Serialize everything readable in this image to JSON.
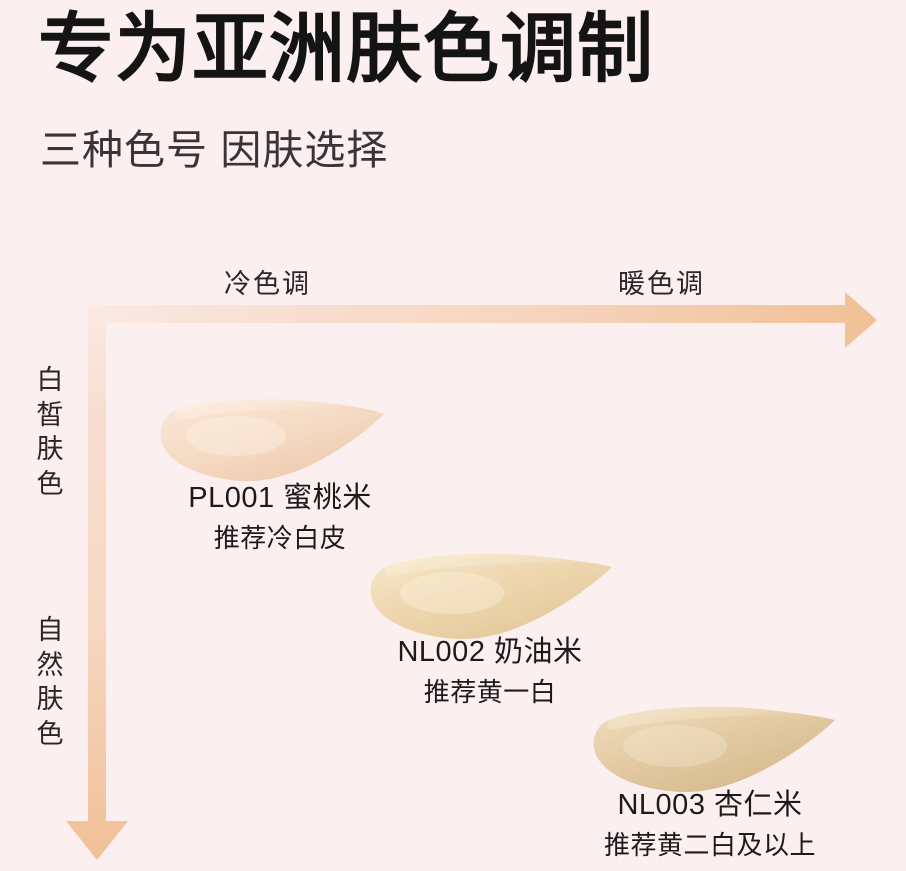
{
  "header": {
    "title": "专为亚洲肤色调制",
    "subtitle": "三种色号 因肤选择"
  },
  "chart_data": {
    "type": "scatter",
    "title": "专为亚洲肤色调制",
    "subtitle": "三种色号 因肤选择",
    "xlabel_left": "冷色调",
    "xlabel_right": "暖色调",
    "ylabel_top": "白皙肤色",
    "ylabel_bottom": "自然肤色",
    "x_axis_direction": "cool-to-warm",
    "y_axis_direction": "fair-to-natural",
    "grid": false,
    "legend": "none",
    "points": [
      {
        "name": "PL001 蜜桃米",
        "code": "PL001",
        "shade_name": "蜜桃米",
        "recommendation": "推荐冷白皮",
        "x": 0.18,
        "y": 0.2,
        "color": "#f6dcc6",
        "color_light": "#fbeadb",
        "color_dark": "#eccaae"
      },
      {
        "name": "NL002 奶油米",
        "code": "NL002",
        "shade_name": "奶油米",
        "recommendation": "推荐黄一白",
        "x": 0.5,
        "y": 0.5,
        "color": "#ecd4ae",
        "color_light": "#f5e4c8",
        "color_dark": "#decba0"
      },
      {
        "name": "NL003 杏仁米",
        "code": "NL003",
        "shade_name": "杏仁米",
        "recommendation": "推荐黄二白及以上",
        "x": 0.8,
        "y": 0.82,
        "color": "#e3cba6",
        "color_light": "#eedbbb",
        "color_dark": "#d3bb93"
      }
    ]
  },
  "axis": {
    "x_start_label": "冷色调",
    "x_end_label": "暖色调",
    "y_start_label": "白皙肤色",
    "y_end_label": "自然肤色",
    "arrow_color_start": "#f9e6e2",
    "arrow_color_end": "#f2c49a"
  },
  "colors": {
    "background": "#fbeff0",
    "title_text": "#141414",
    "subtitle_text": "#3a3438",
    "label_text": "#1e1a1c",
    "axis_peach": "#f2c49a"
  }
}
